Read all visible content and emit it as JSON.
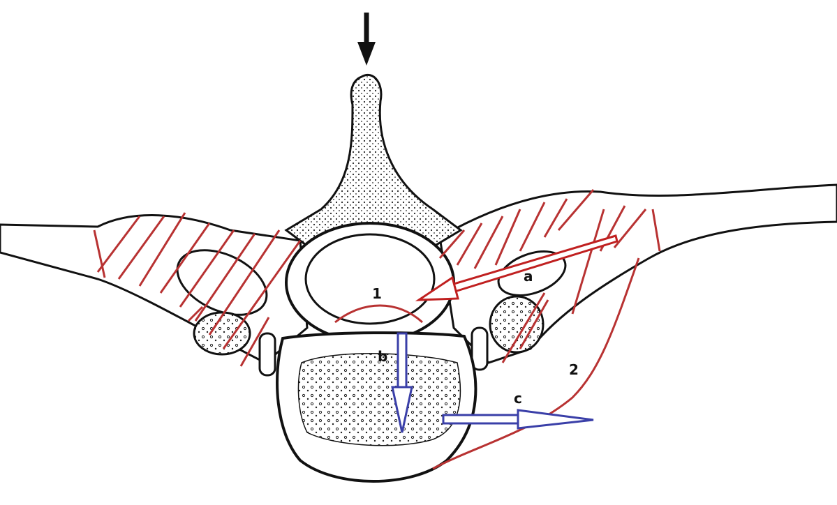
{
  "labels": {
    "one": "1",
    "two": "2",
    "a": "a",
    "b": "b",
    "c": "c"
  },
  "colors": {
    "outline": "#111111",
    "bone": "#ffffff",
    "red": "#b83232",
    "blue": "#3a3fa8"
  }
}
